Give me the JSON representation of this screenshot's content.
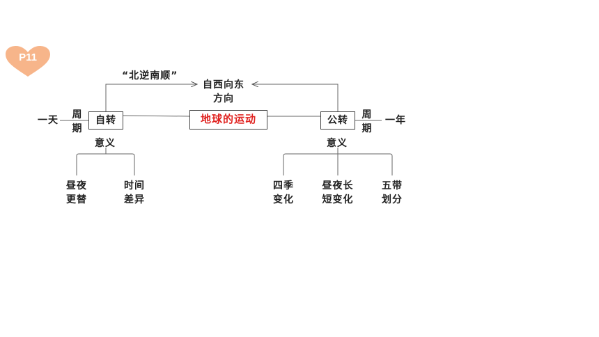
{
  "badge": {
    "label": "P11",
    "color": "#f7b58a"
  },
  "center": {
    "label": "地球的运动",
    "color": "#e0221f"
  },
  "rotation": {
    "label": "自转",
    "period_label_1": "周",
    "period_label_2": "期",
    "period_value": "一天",
    "meaning_label": "意义",
    "effects": [
      {
        "line1": "昼夜",
        "line2": "更替"
      },
      {
        "line1": "时间",
        "line2": "差异"
      }
    ]
  },
  "revolution": {
    "label": "公转",
    "period_label_1": "周",
    "period_label_2": "期",
    "period_value": "一年",
    "meaning_label": "意义",
    "effects": [
      {
        "line1": "四季",
        "line2": "变化"
      },
      {
        "line1": "昼夜长",
        "line2": "短变化"
      },
      {
        "line1": "五带",
        "line2": "划分"
      }
    ]
  },
  "direction": {
    "line1": "自西向东",
    "line2": "方向",
    "note": "“北逆南顺”"
  }
}
